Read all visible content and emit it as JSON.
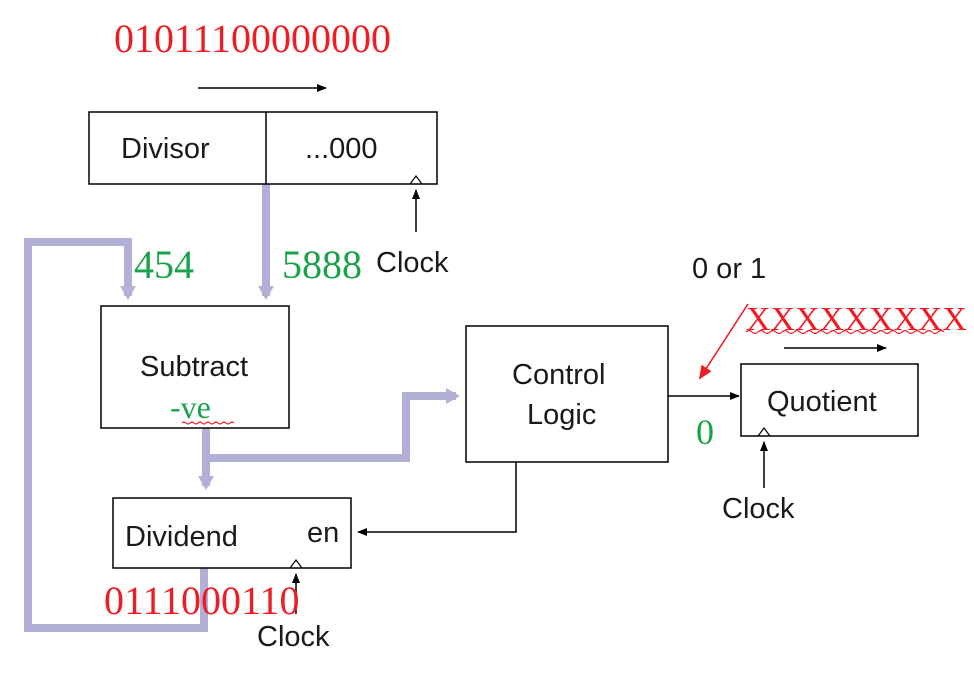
{
  "binary": {
    "divisor_bits": "01011100000000",
    "dividend_bits": "0111000110",
    "quotient_bits": "XXXXXXXXX"
  },
  "blocks": {
    "divisor_label": "Divisor",
    "divisor_suffix": "...000",
    "subtract_label": "Subtract",
    "subtract_sign": "-ve",
    "control_line1": "Control",
    "control_line2": "Logic",
    "quotient_label": "Quotient",
    "dividend_label": "Dividend",
    "enable_label": "en"
  },
  "signals": {
    "clock_divisor": "Clock",
    "clock_quotient": "Clock",
    "clock_dividend": "Clock",
    "select_label": "0 or 1",
    "decision_bit": "0"
  },
  "values": {
    "dividend_value": "454",
    "divisor_value": "5888"
  },
  "colors": {
    "highlight_red": "#ee1c24",
    "value_green": "#1aa24b",
    "bus_lavender": "#b3b0d8"
  }
}
